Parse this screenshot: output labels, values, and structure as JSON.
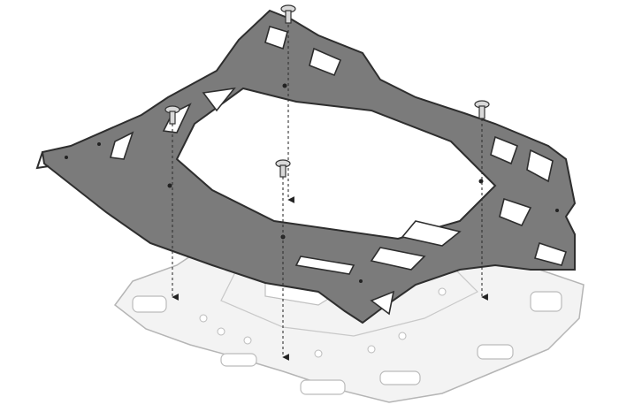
{
  "colors": {
    "background": "#ffffff",
    "plate_fill": "#7a7a7a",
    "plate_edge": "#3a3a3a",
    "rack_fill": "#f4f4f4",
    "rack_edge": "#b8b8b8",
    "screw": "#d8d8d8",
    "guide_line": "#333333"
  },
  "parts": {
    "adapter_plate": "dark-gray",
    "rack": "light-gray",
    "screw_count": 4
  }
}
